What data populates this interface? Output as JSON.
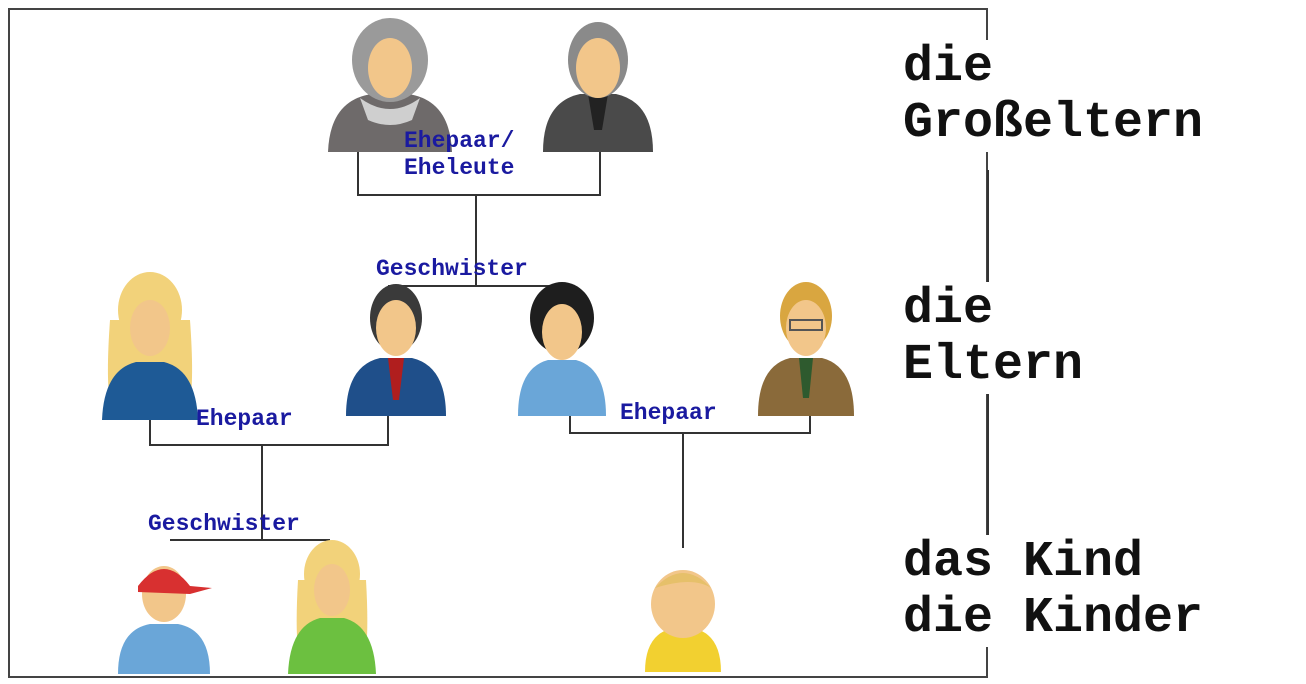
{
  "relations": {
    "grandparents_couple": [
      "Ehepaar/",
      "Eheleute"
    ],
    "parents_siblings": "Geschwister",
    "left_couple": "Ehepaar",
    "right_couple": "Ehepaar",
    "children_siblings": "Geschwister"
  },
  "generations": {
    "grandparents": [
      "die",
      "Großeltern"
    ],
    "parents": [
      "die",
      "Eltern"
    ],
    "children": [
      "das Kind",
      "die Kinder"
    ]
  },
  "people": [
    {
      "role": "grandmother",
      "hair": "#9a9a9a",
      "clothes": "#6e6a6a"
    },
    {
      "role": "grandfather",
      "hair": "#8a8a8a",
      "clothes": "#4a4a4a"
    },
    {
      "role": "mother-left",
      "hair": "#f2d27a",
      "clothes": "#1e5a96"
    },
    {
      "role": "father-left",
      "hair": "#3a3a3a",
      "clothes": "#1f4f8a"
    },
    {
      "role": "aunt",
      "hair": "#1e1e1e",
      "clothes": "#6aa6d8"
    },
    {
      "role": "uncle",
      "hair": "#d9a640",
      "clothes": "#8a6a3a"
    },
    {
      "role": "boy",
      "hair": "#d83030",
      "clothes": "#6aa6d8"
    },
    {
      "role": "girl",
      "hair": "#f2d27a",
      "clothes": "#6cc040"
    },
    {
      "role": "baby",
      "hair": "#e6c06a",
      "clothes": "#f2d030"
    }
  ],
  "colors": {
    "relation_text": "#1a1aa0",
    "generation_text": "#111111",
    "lines": "#333333",
    "skin": "#f2c68a"
  }
}
